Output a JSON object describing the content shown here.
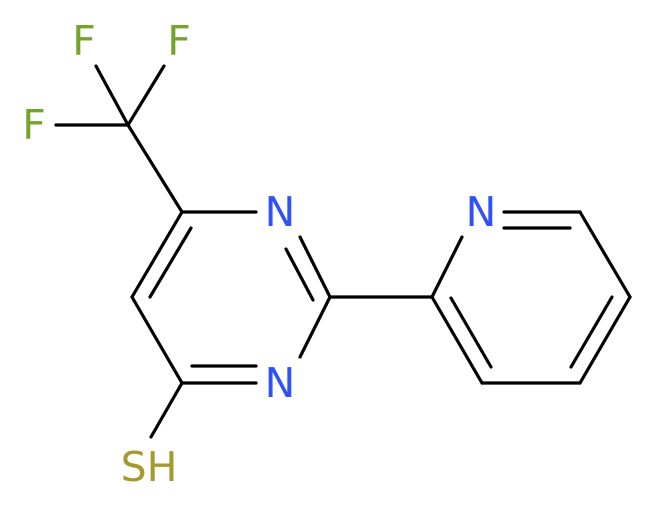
{
  "colors": {
    "bond": "#000000",
    "nitrogen": "#3050F8",
    "fluorine": "#75A42E",
    "sulfur": "#A59A2E"
  },
  "atoms": {
    "f_top_left": "F",
    "f_top_right": "F",
    "f_left": "F",
    "n_pyrimidine_upper": "N",
    "n_pyrimidine_lower": "N",
    "n_pyridine": "N",
    "sh": "SH"
  }
}
